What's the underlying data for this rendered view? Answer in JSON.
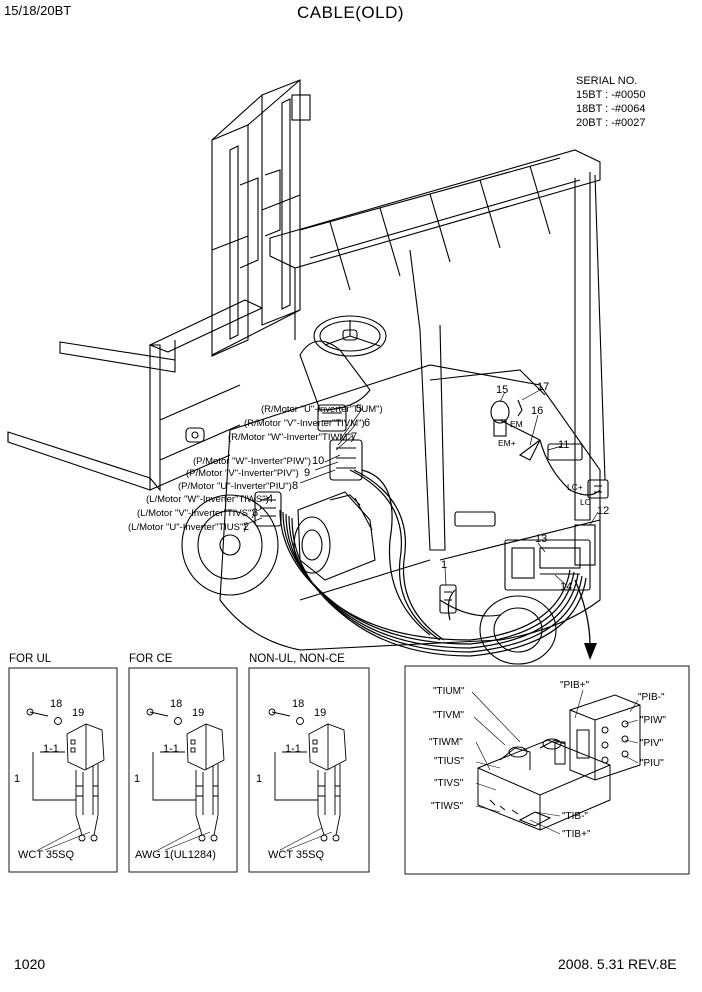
{
  "header": {
    "model": "15/18/20BT",
    "title": "CABLE(OLD)"
  },
  "serial": {
    "heading": "SERIAL NO.",
    "lines": [
      "15BT : -#0050",
      "18BT : -#0064",
      "20BT : -#0027"
    ]
  },
  "main_callouts": [
    {
      "text": "(R/Motor \"U\"-Inverter\"TIUM\")",
      "num": "5"
    },
    {
      "text": "(R/Motor \"V\"-Inverter\"TIVM\")",
      "num": "6"
    },
    {
      "text": "(R/Motor \"W\"-Inverter\"TIWM\")",
      "num": "7"
    },
    {
      "text": "(P/Motor \"W\"-Inverter\"PIW\")",
      "num": "10"
    },
    {
      "text": "(P/Motor \"V\"-Inverter\"PIV\")",
      "num": "9"
    },
    {
      "text": "(P/Motor \"U\"-Inverter\"PIU\")",
      "num": "8"
    },
    {
      "text": "(L/Motor \"W\"-Inverter\"TIWS\")",
      "num": "4"
    },
    {
      "text": "(L/Motor \"V\"-Inverter\"TIVS\")",
      "num": "3"
    },
    {
      "text": "(L/Motor \"U\"-Inverter\"TIUS\")",
      "num": "2"
    }
  ],
  "part_numbers": [
    "15",
    "17",
    "16",
    "11",
    "12",
    "13",
    "14",
    "1"
  ],
  "connector_labels": {
    "em": "EM",
    "em_plus": "EM+",
    "lc_plus": "LC+",
    "lc": "LC"
  },
  "panels": [
    {
      "title": "FOR UL",
      "p18": "18",
      "p19": "19",
      "p11": "1-1",
      "p1": "1",
      "footer": "WCT 35SQ"
    },
    {
      "title": "FOR CE",
      "p18": "18",
      "p19": "19",
      "p11": "1-1",
      "p1": "1",
      "footer": "AWG 1(UL1284)"
    },
    {
      "title": "NON-UL, NON-CE",
      "p18": "18",
      "p19": "19",
      "p11": "1-1",
      "p1": "1",
      "footer": "WCT 35SQ"
    }
  ],
  "inverter_labels": [
    "\"TIUM\"",
    "\"TIVM\"",
    "\"TIWM\"",
    "\"TIUS\"",
    "\"TIVS\"",
    "\"TIWS\"",
    "\"PIB+\"",
    "\"PIB-\"",
    "\"PIW\"",
    "\"PIV\"",
    "\"PIU\"",
    "\"TIB-\"",
    "\"TIB+\""
  ],
  "footer": {
    "page": "1020",
    "revision": "2008. 5.31  REV.8E"
  }
}
